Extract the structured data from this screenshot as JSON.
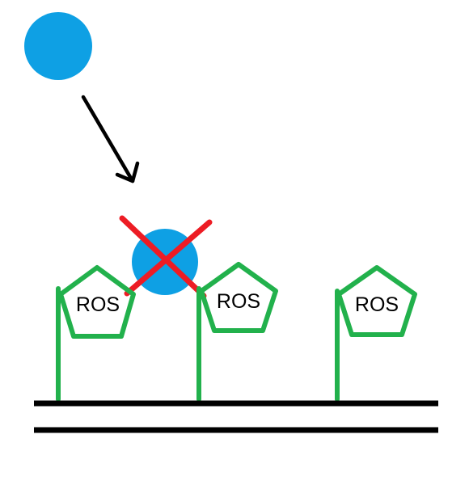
{
  "diagram": {
    "nodes": [
      {
        "id": "ros-1",
        "label": "ROS"
      },
      {
        "id": "ros-2",
        "label": "ROS"
      },
      {
        "id": "ros-3",
        "label": "ROS"
      }
    ],
    "colors": {
      "particle": "#0ea0e4",
      "pentagon": "#22b14c",
      "cross": "#ed1c24",
      "line": "#000000"
    },
    "icons": {
      "free_particle": "circle-icon",
      "blocked_particle": "circle-icon",
      "block_mark": "cross-icon",
      "motion": "arrow-icon"
    }
  }
}
